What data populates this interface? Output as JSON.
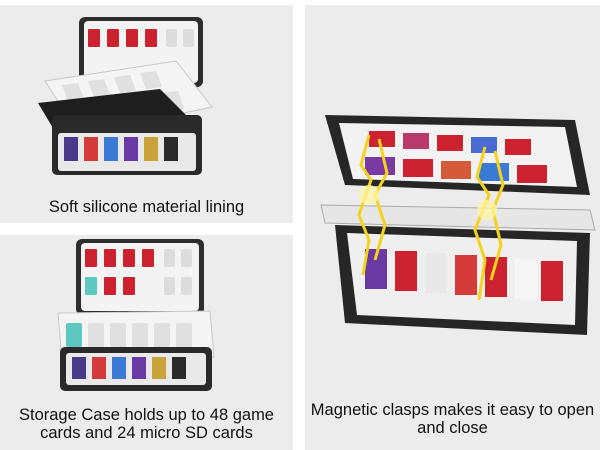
{
  "panels": [
    {
      "caption": "Soft silicone material lining"
    },
    {
      "caption": "Storage Case holds up to 48 game cards and 24 micro SD cards"
    },
    {
      "caption": "Magnetic clasps makes it easy to open and close"
    }
  ],
  "colors": {
    "background": "#ececec",
    "case_shell": "#2a2a2a",
    "lining": "#f2f2f2",
    "lightning": "#f5d21c"
  }
}
